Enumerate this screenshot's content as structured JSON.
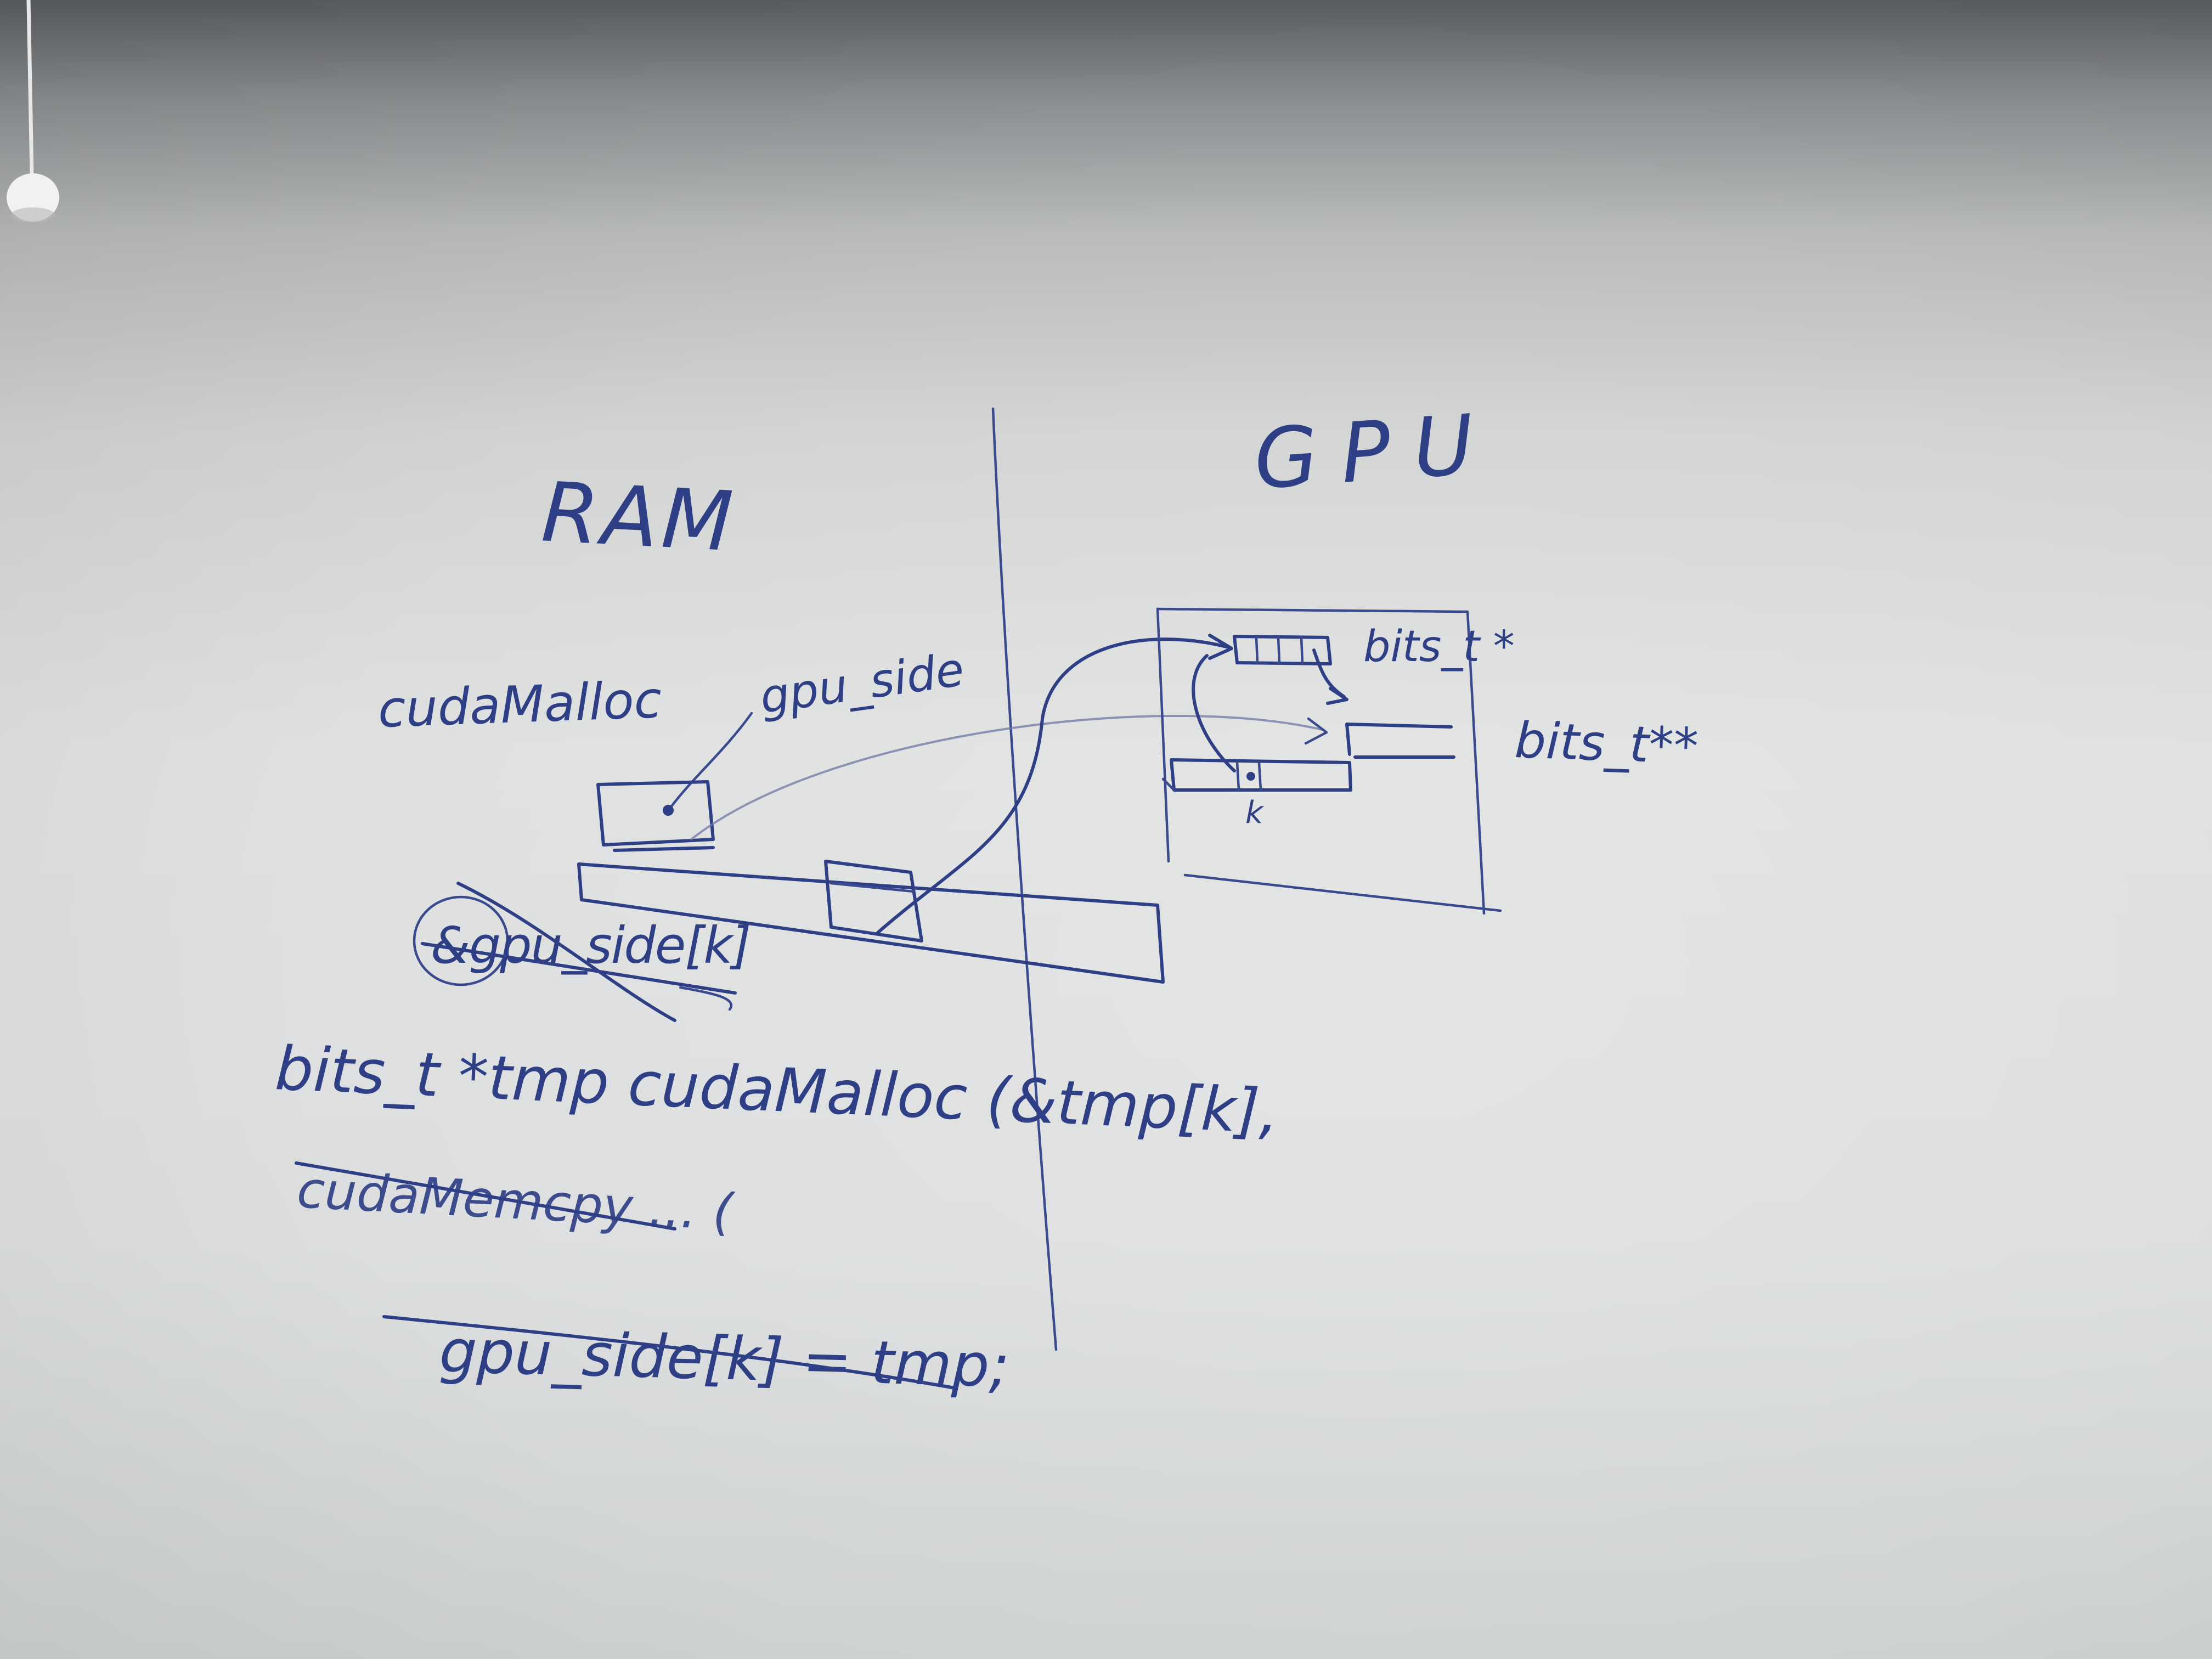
{
  "board": {
    "ram_label": "RAM",
    "gpu_label": "GPU",
    "cudamalloc_label": "cudaMalloc",
    "gpu_side_label": "gpu_side",
    "crossed_expression": "&gpu_side[k]",
    "bits_t_ptr_label": "bits_t *",
    "bits_t_ptrptr_label": "bits_t**",
    "index_k_label": "k",
    "code_line_1": "bits_t *tmp  cudaMalloc (&tmp[k],",
    "code_line_2_struck": "cudaMemcpy ... (",
    "code_line_3_struck": "gpu_side[k] = tmp;"
  },
  "colors": {
    "ink": "#2f3f86",
    "board": "#dfe1e1",
    "wall_shadow": "#5b5e61"
  }
}
